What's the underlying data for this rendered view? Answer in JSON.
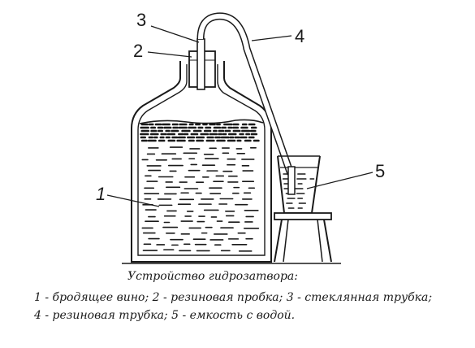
{
  "labels": {
    "wine": "1",
    "stopper": "2",
    "glass_tube": "3",
    "rubber_tube": "4",
    "container": "5"
  },
  "caption": {
    "title": "Устройство гидрозатвора:",
    "line1": "1 - бродящее вино; 2 - резиновая пробка; 3 - стеклянная трубка;",
    "line2": "4 - резиновая трубка; 5 - емкость с водой."
  }
}
